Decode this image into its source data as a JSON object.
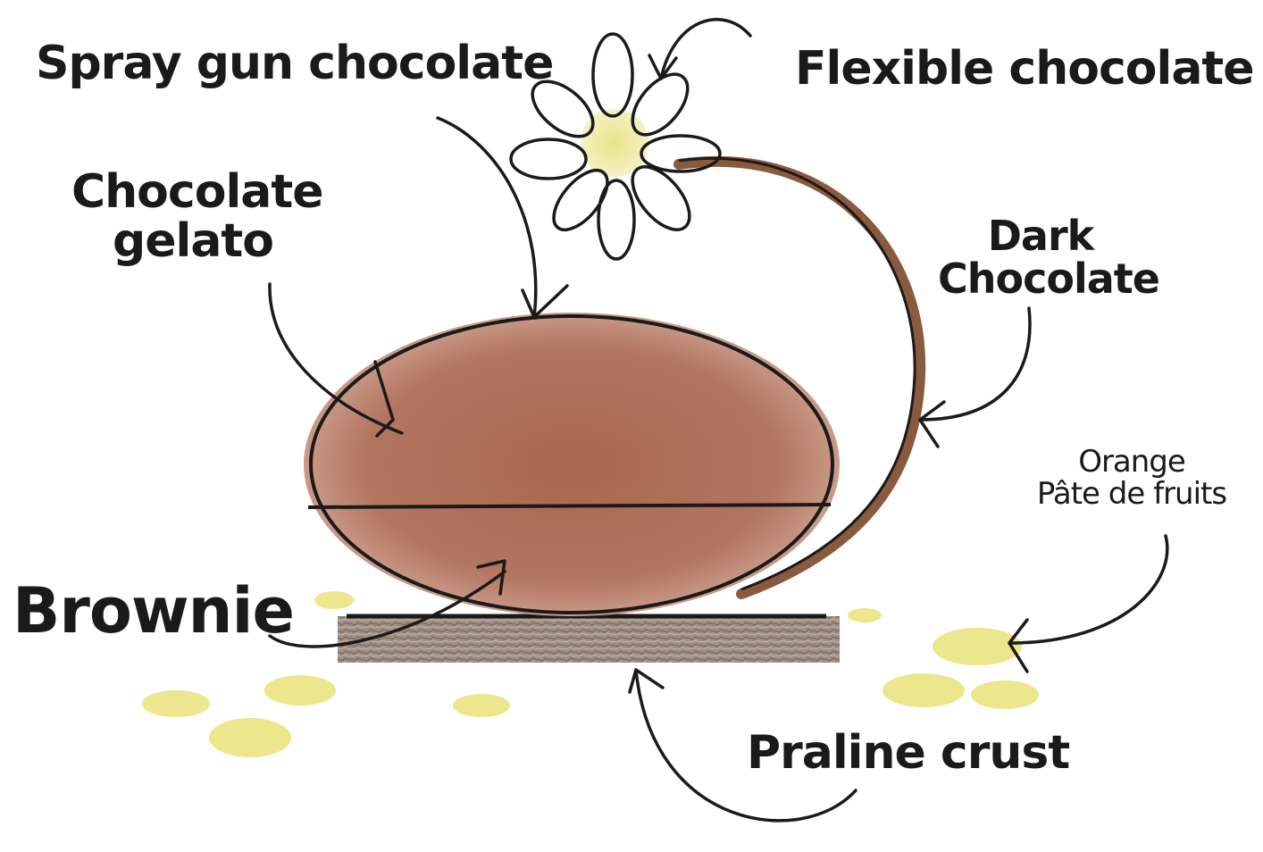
{
  "labels": {
    "spray_gun": "Spray gun chocolate",
    "flexible": "Flexible chocolate",
    "gelato_line1": "Chocolate",
    "gelato_line2": "gelato",
    "dark_line1": "Dark",
    "dark_line2": "Chocolate",
    "orange_line1": "Orange",
    "orange_line2": "Pâte de fruits",
    "brownie": "Brownie",
    "praline": "Praline crust"
  },
  "colors": {
    "ink": "#1a1a1a",
    "chocolate": "#a8674f",
    "chocolate_light": "#c4917d",
    "stem": "#8a5a3e",
    "flower_center": "#e9e48a",
    "pate_de_fruits": "#ece68c",
    "crust": "#7a6558"
  }
}
